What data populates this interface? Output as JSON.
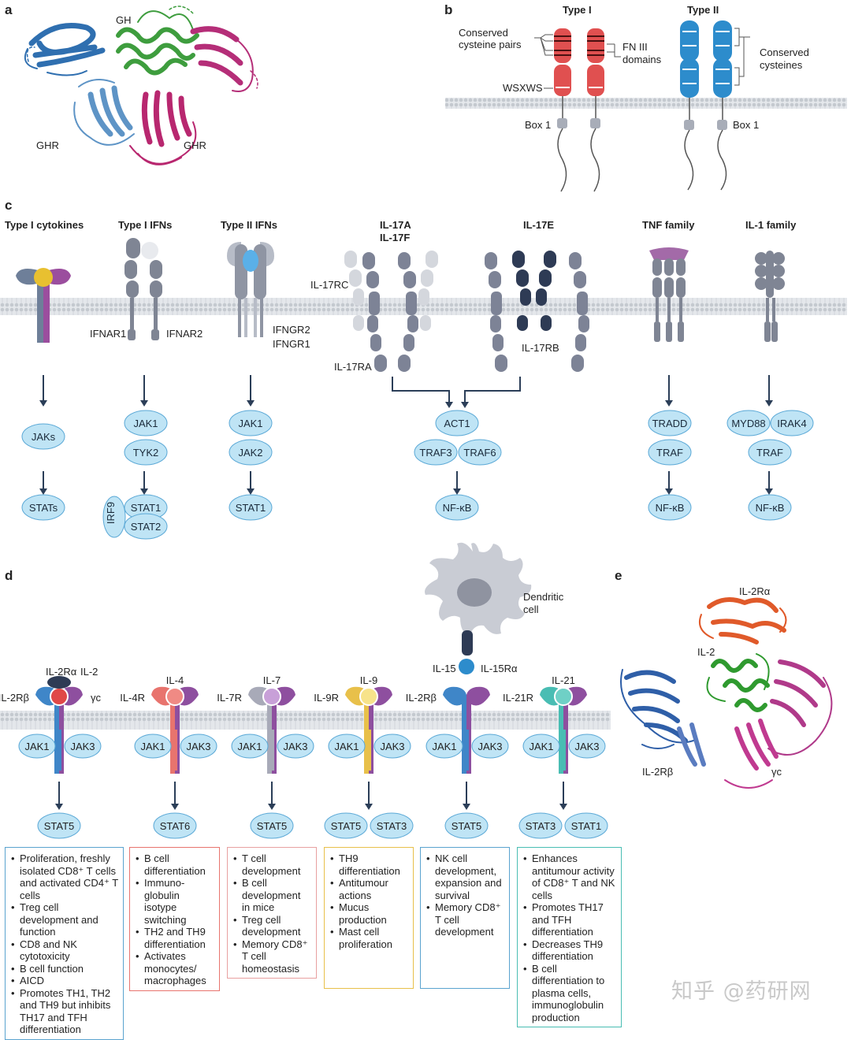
{
  "panels": {
    "a": "a",
    "b": "b",
    "c": "c",
    "d": "d",
    "e": "e"
  },
  "panel_a": {
    "gh": "GH",
    "ghr_left": "GHR",
    "ghr_right": "GHR"
  },
  "panel_b": {
    "type1": "Type I",
    "type2": "Type II",
    "cysteine_pairs_1": "Conserved",
    "cysteine_pairs_2": "cysteine pairs",
    "fn3_1": "FN III",
    "fn3_2": "domains",
    "wsxws": "WSXWS",
    "conserved_cys_1": "Conserved",
    "conserved_cys_2": "cysteines",
    "box1_left": "Box 1",
    "box1_right": "Box 1"
  },
  "panel_c": {
    "headers": {
      "type1_cytokines": "Type I cytokines",
      "type1_ifns": "Type I IFNs",
      "type2_ifns": "Type II IFNs",
      "il17a": "IL-17A",
      "il17f": "IL-17F",
      "il17e": "IL-17E",
      "tnf": "TNF family",
      "il1": "IL-1 family"
    },
    "receptor_labels": {
      "ifnar1": "IFNAR1",
      "ifnar2": "IFNAR2",
      "ifngr2": "IFNGR2",
      "ifngr1": "IFNGR1",
      "il17rc": "IL-17RC",
      "il17ra": "IL-17RA",
      "il17rb": "IL-17RB"
    },
    "nodes": {
      "jaks": "JAKs",
      "stats": "STATs",
      "jak1_a": "JAK1",
      "tyk2": "TYK2",
      "stat1_a": "STAT1",
      "stat2": "STAT2",
      "irf9": "IRF9",
      "jak1_b": "JAK1",
      "jak2": "JAK2",
      "stat1_b": "STAT1",
      "act1": "ACT1",
      "traf3": "TRAF3",
      "traf6": "TRAF6",
      "nfkb_a": "NF-κB",
      "tradd": "TRADD",
      "traf_a": "TRAF",
      "nfkb_b": "NF-κB",
      "myd88": "MYD88",
      "irak4": "IRAK4",
      "traf_b": "TRAF",
      "nfkb_c": "NF-κB"
    }
  },
  "panel_d": {
    "dendritic_1": "Dendritic",
    "dendritic_2": "cell",
    "il15": "IL-15",
    "il15ra": "IL-15Rα",
    "receptors": [
      {
        "left": "IL-2Rβ",
        "top": "IL-2",
        "top2": "IL-2Rα",
        "right": "γc",
        "jak_l": "JAK1",
        "jak_r": "JAK3",
        "stats": [
          "STAT5"
        ],
        "color": "#3f86c8"
      },
      {
        "left": "IL-4R",
        "top": "IL-4",
        "jak_l": "JAK1",
        "jak_r": "JAK3",
        "stats": [
          "STAT6"
        ],
        "color": "#e8746e"
      },
      {
        "left": "IL-7R",
        "top": "IL-7",
        "jak_l": "JAK1",
        "jak_r": "JAK3",
        "stats": [
          "STAT5"
        ],
        "color": "#a8aab8"
      },
      {
        "left": "IL-9R",
        "top": "IL-9",
        "jak_l": "JAK1",
        "jak_r": "JAK3",
        "stats": [
          "STAT5",
          "STAT3"
        ],
        "color": "#e8c04a"
      },
      {
        "left": "IL-2Rβ",
        "top": "",
        "jak_l": "JAK1",
        "jak_r": "JAK3",
        "stats": [
          "STAT5"
        ],
        "color": "#3f86c8"
      },
      {
        "left": "IL-21R",
        "top": "IL-21",
        "jak_l": "JAK1",
        "jak_r": "JAK3",
        "stats": [
          "STAT3",
          "STAT1"
        ],
        "color": "#49bdb3"
      }
    ],
    "boxes": [
      {
        "color": "#5aa3cf",
        "items": [
          "Proliferation, freshly isolated CD8⁺ T cells and activated CD4⁺ T cells",
          "Treg cell development and function",
          "CD8 and NK cytotoxicity",
          "B cell function",
          "AICD",
          "Promotes TH1, TH2 and TH9 but inhibits TH17 and TFH differentiation"
        ]
      },
      {
        "color": "#e8746e",
        "items": [
          "B cell differentiation",
          "Immuno-globulin isotype switching",
          "TH2 and TH9 differentiation",
          "Activates monocytes/ macrophages"
        ]
      },
      {
        "color": "#e8a0a0",
        "items": [
          "T cell development",
          "B cell development in mice",
          "Treg cell development",
          "Memory CD8⁺ T cell homeostasis"
        ]
      },
      {
        "color": "#e8c04a",
        "items": [
          "TH9 differentiation",
          "Antitumour actions",
          "Mucus production",
          "Mast cell proliferation"
        ]
      },
      {
        "color": "#5aa3cf",
        "items": [
          "NK cell development, expansion and survival",
          "Memory CD8⁺ T cell development"
        ]
      },
      {
        "color": "#49bdb3",
        "items": [
          "Enhances antitumour activity of CD8⁺ T and NK cells",
          "Promotes TH17 and TFH differentiation",
          "Decreases TH9 differentiation",
          "B cell differentiation to plasma cells, immunoglobulin production"
        ]
      }
    ]
  },
  "panel_e": {
    "il2ra": "IL-2Rα",
    "il2": "IL-2",
    "il2rb": "IL-2Rβ",
    "gc": "γc"
  },
  "watermark": "知乎 @药研网"
}
